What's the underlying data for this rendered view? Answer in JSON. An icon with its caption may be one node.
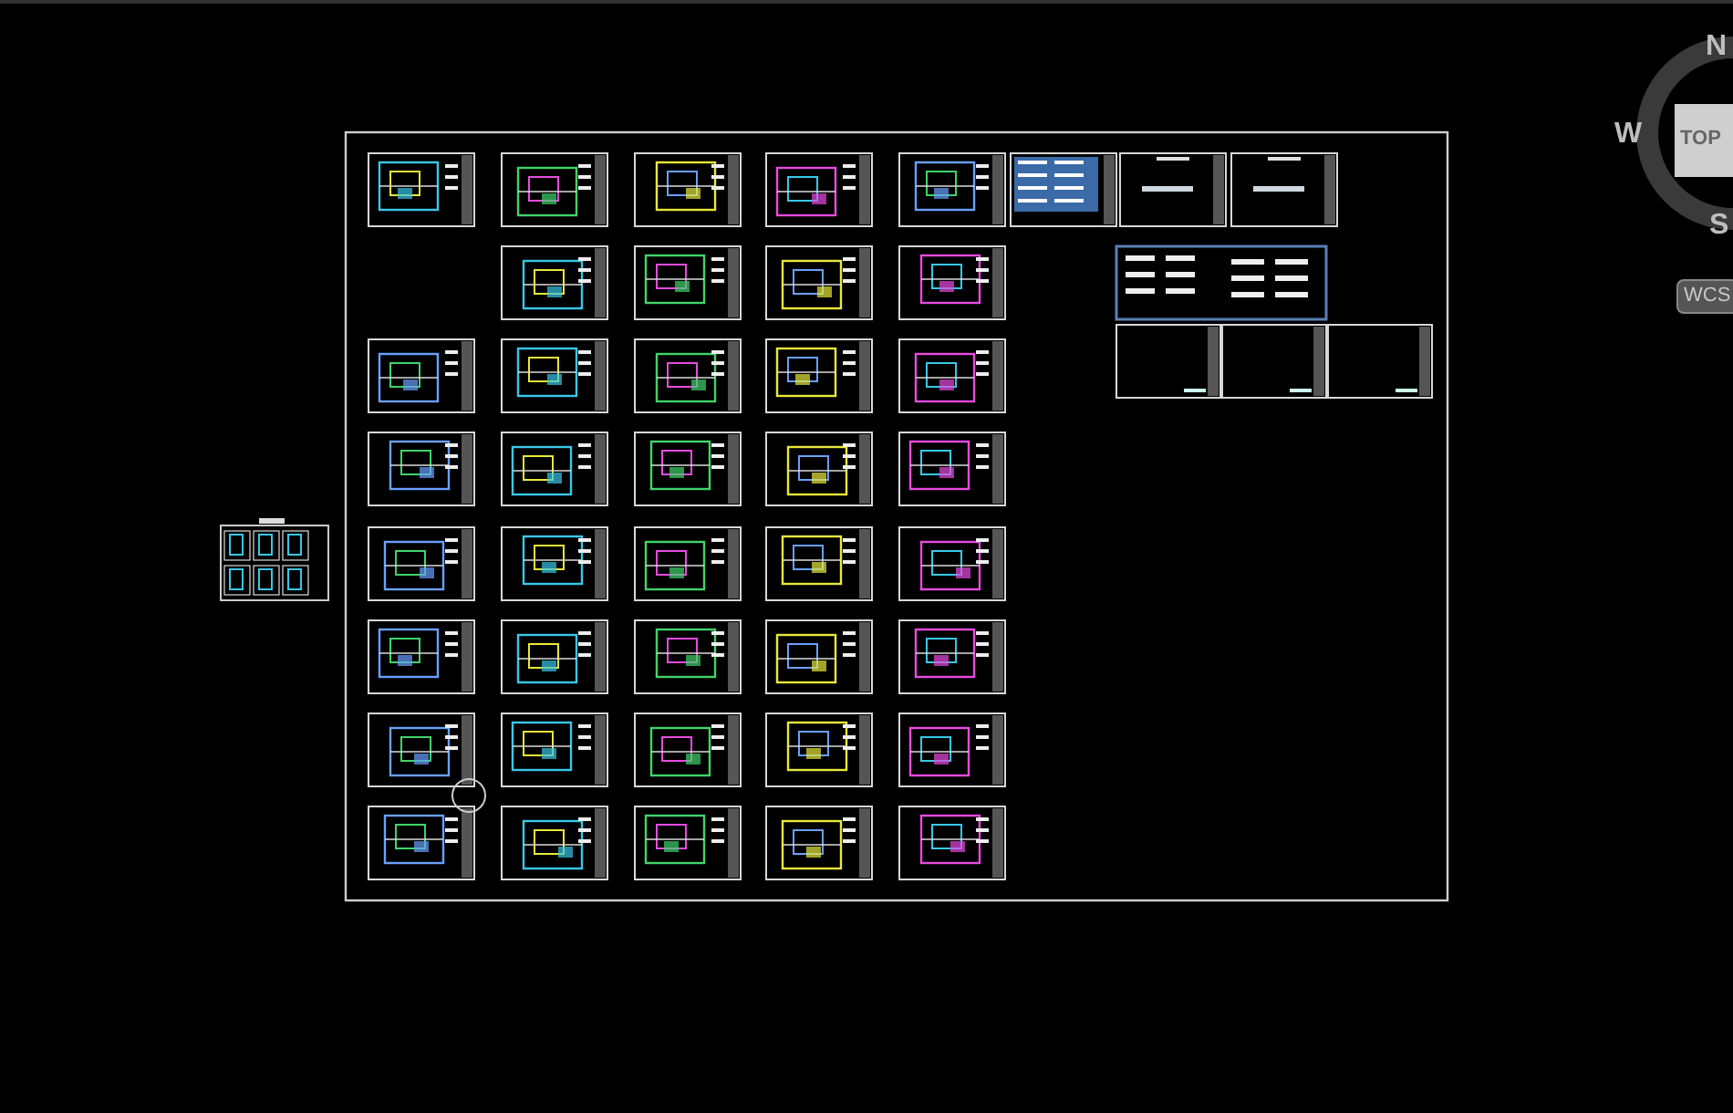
{
  "diagram": {
    "labels": [
      "N",
      "W",
      "TOP",
      "S",
      "WCS"
    ]
  }
}
